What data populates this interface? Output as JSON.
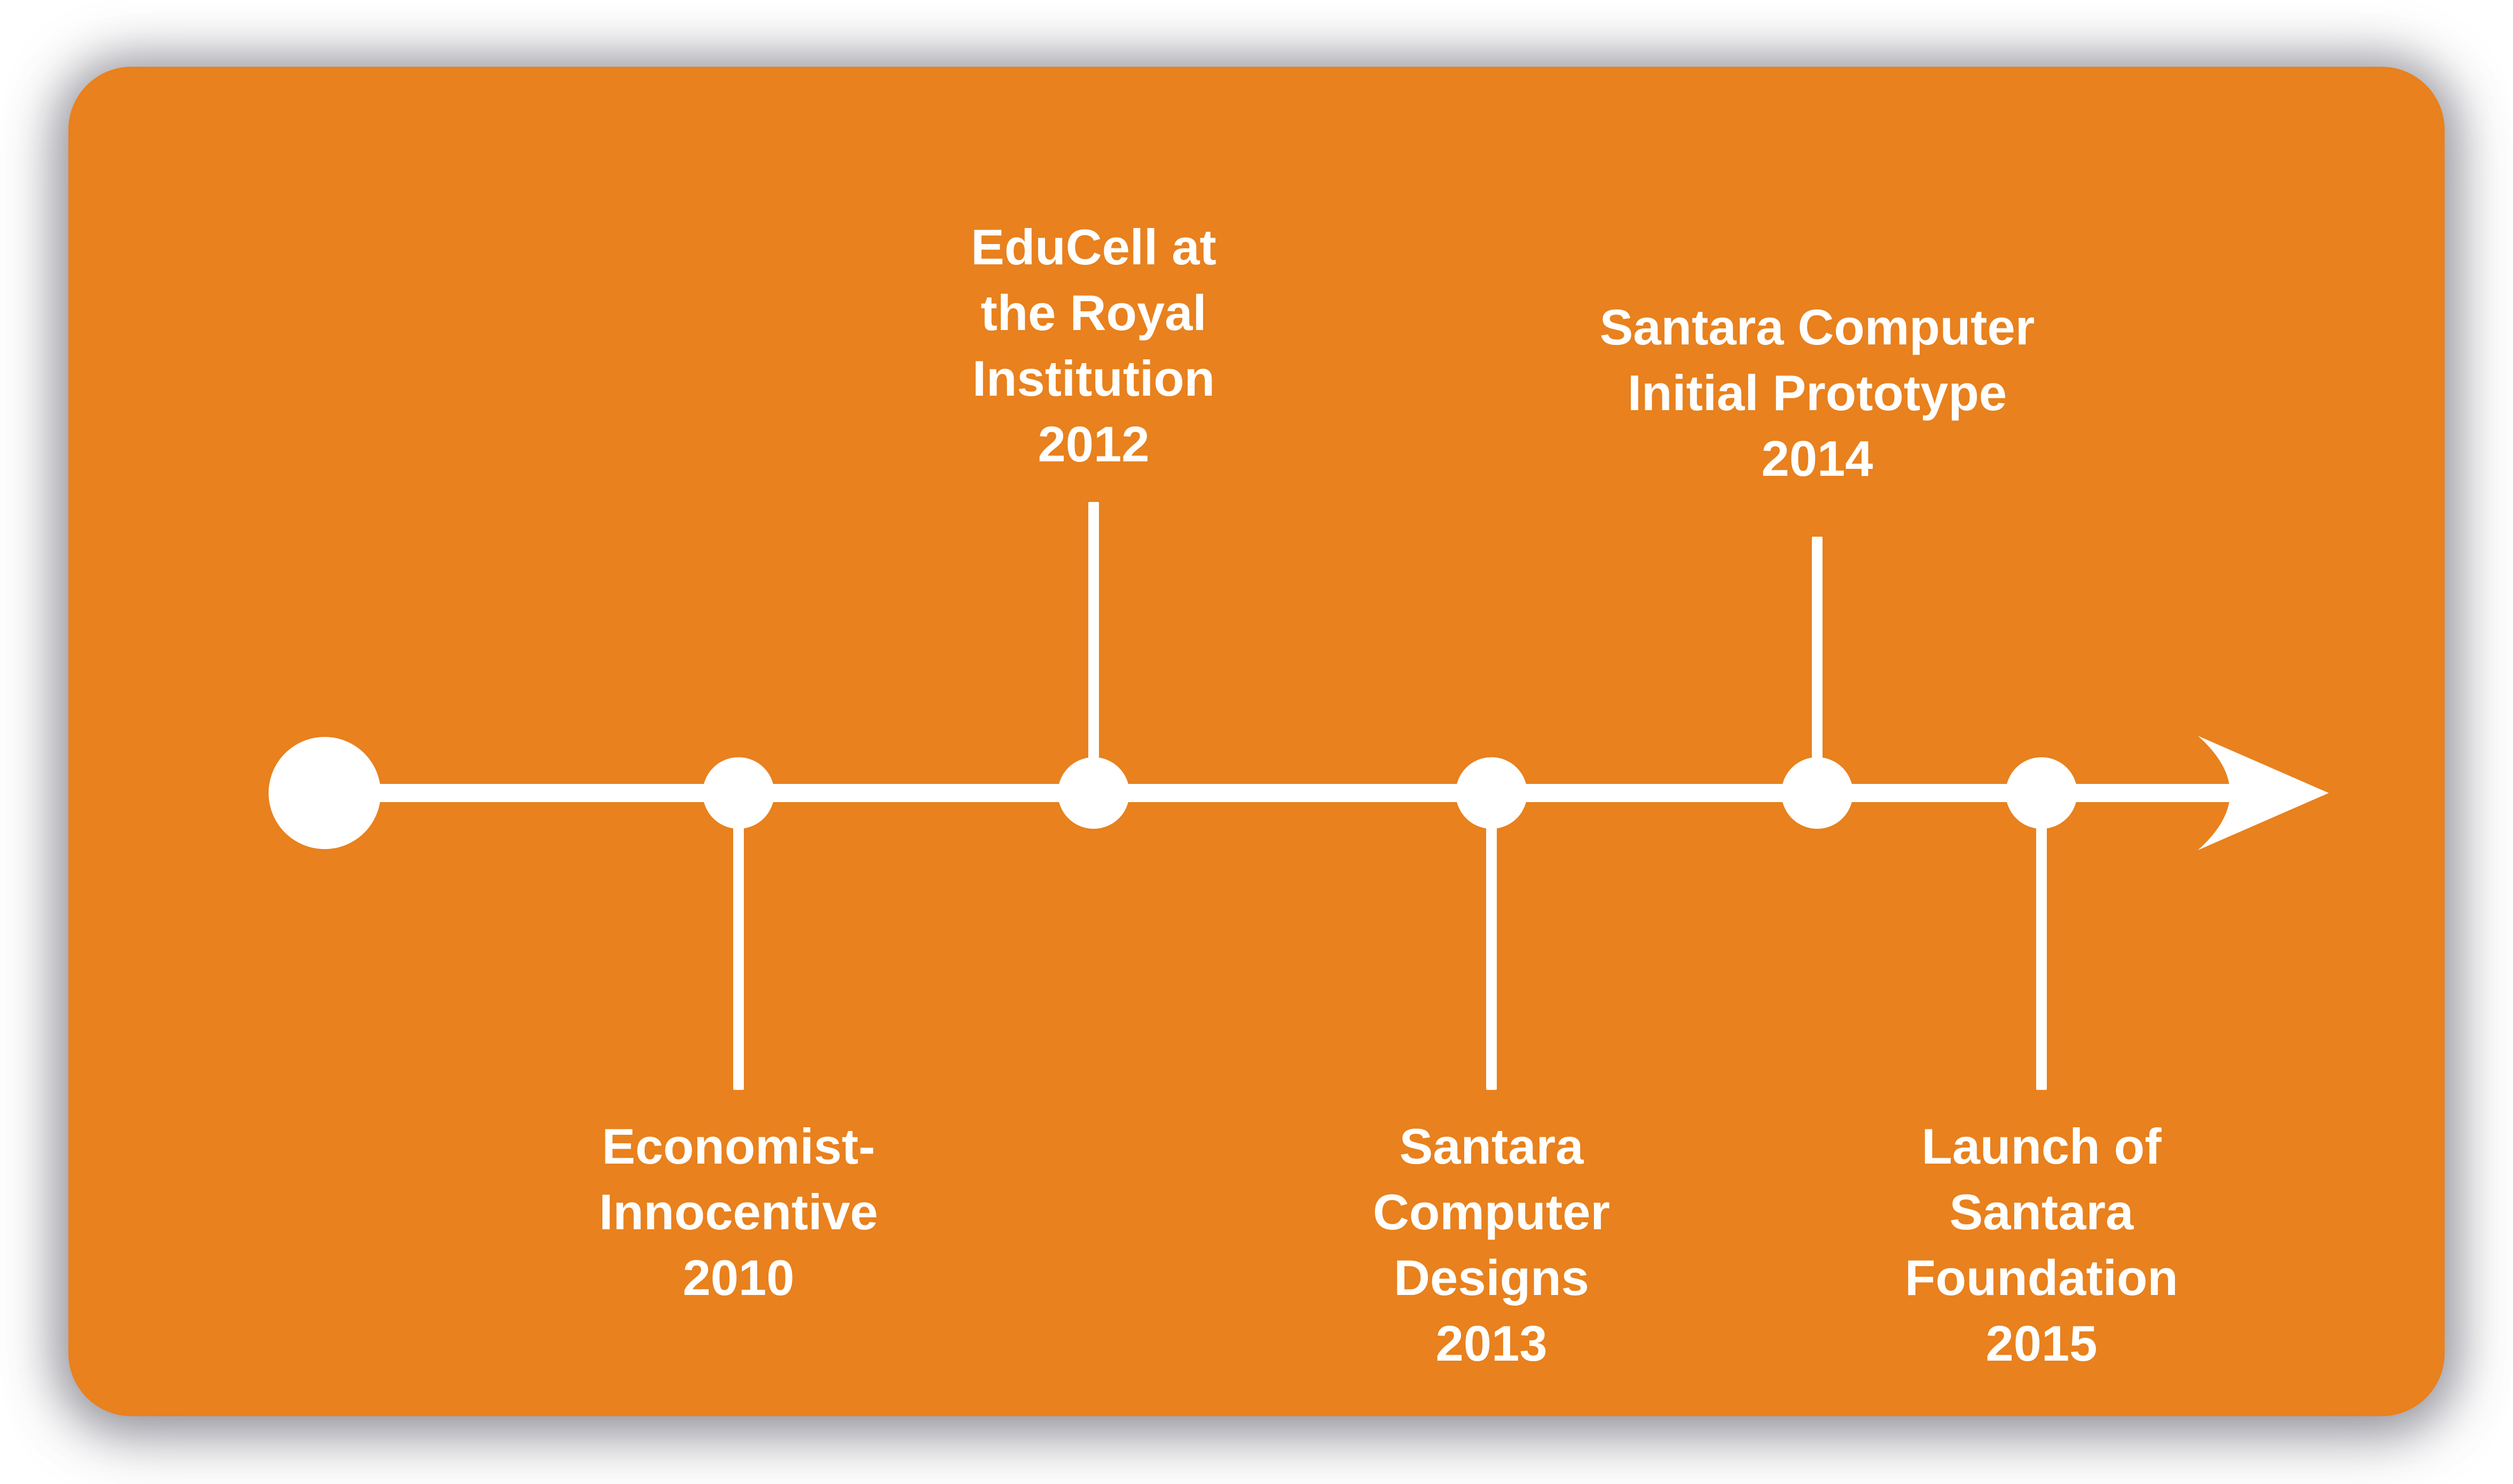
{
  "diagram": {
    "type": "timeline",
    "orientation": "horizontal",
    "colors": {
      "card_background": "#E8811E",
      "timeline_elements": "#ffffff",
      "label_text": "#ffffff",
      "page_background": "#ffffff"
    },
    "events": [
      {
        "year": "2010",
        "side": "below",
        "lines": [
          "Economist-",
          "Innocentive",
          "2010"
        ]
      },
      {
        "year": "2012",
        "side": "above",
        "lines": [
          "EduCell at",
          "the Royal",
          "Institution",
          "2012"
        ]
      },
      {
        "year": "2013",
        "side": "below",
        "lines": [
          "Santara",
          "Computer",
          "Designs",
          "2013"
        ]
      },
      {
        "year": "2014",
        "side": "above",
        "lines": [
          "Santara Computer",
          "Initial Prototype",
          "2014"
        ]
      },
      {
        "year": "2015",
        "side": "below",
        "lines": [
          "Launch of",
          "Santara",
          "Foundation",
          "2015"
        ]
      }
    ]
  }
}
